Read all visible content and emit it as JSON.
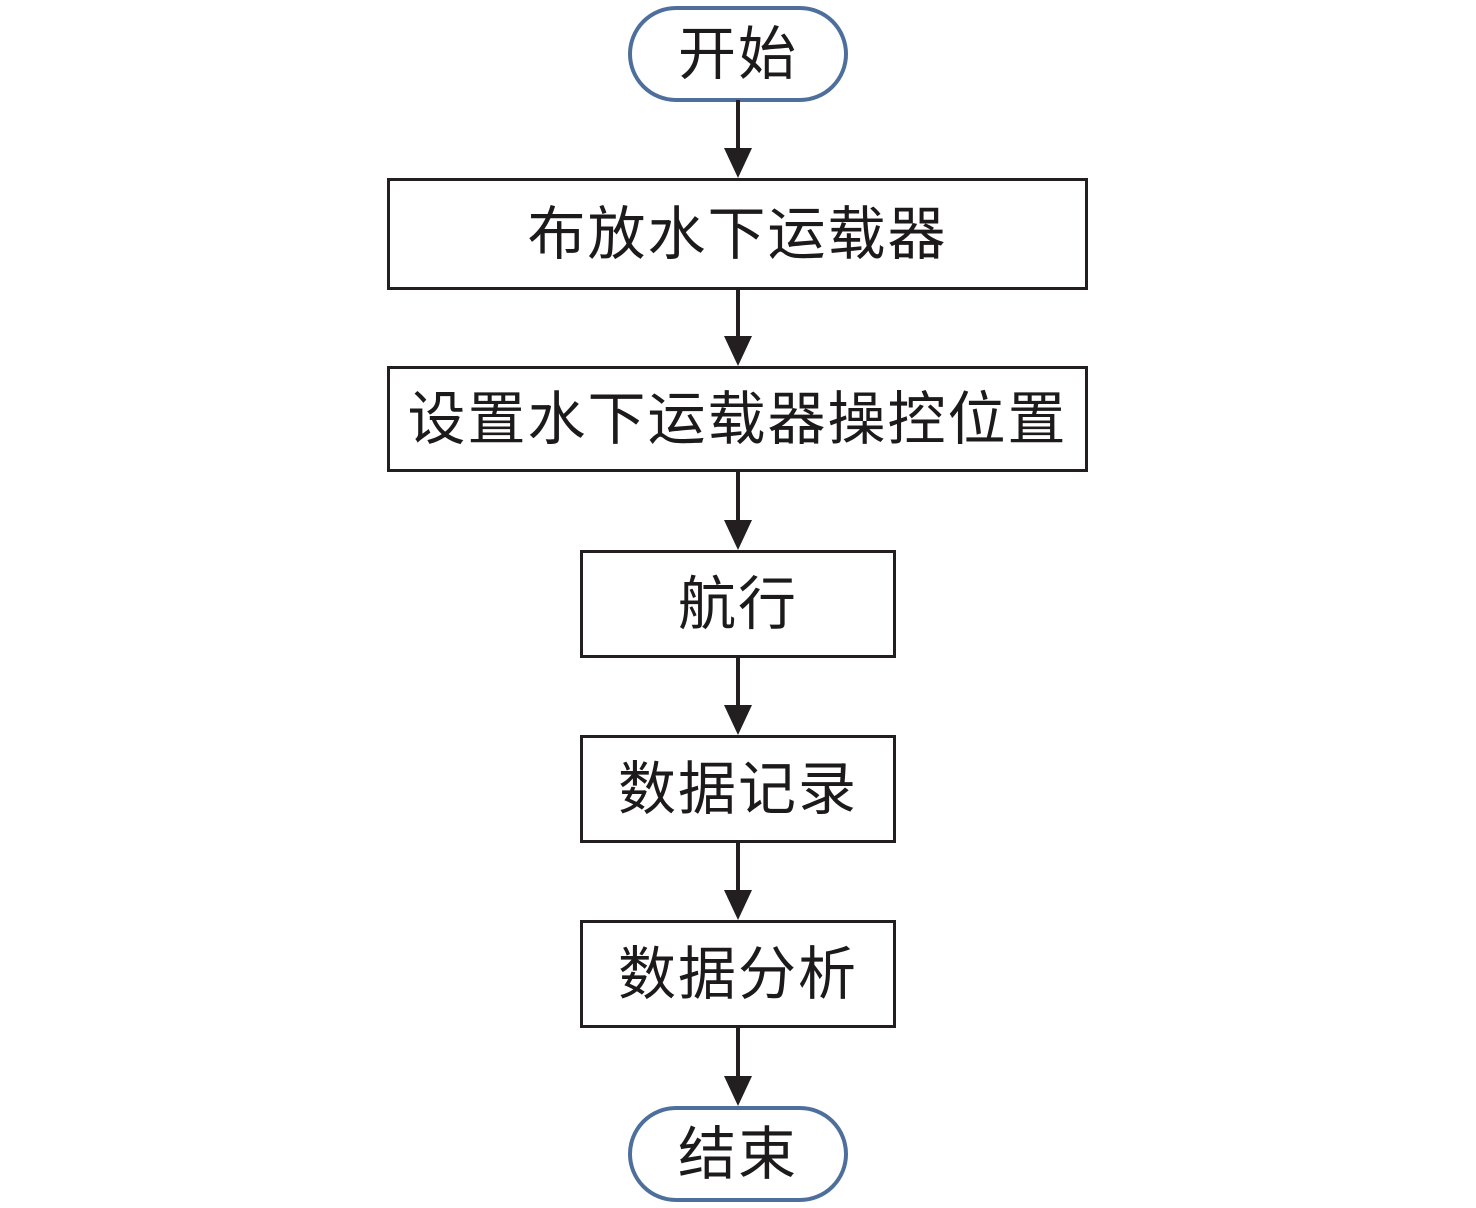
{
  "flowchart": {
    "type": "vertical-flowchart",
    "nodes": [
      {
        "id": "start",
        "type": "terminator",
        "label": "开始"
      },
      {
        "id": "deploy",
        "type": "process",
        "label": "布放水下运载器"
      },
      {
        "id": "set-position",
        "type": "process",
        "label": "设置水下运载器操控位置"
      },
      {
        "id": "navigate",
        "type": "process",
        "label": "航行"
      },
      {
        "id": "data-record",
        "type": "process",
        "label": "数据记录"
      },
      {
        "id": "data-analysis",
        "type": "process",
        "label": "数据分析"
      },
      {
        "id": "end",
        "type": "terminator",
        "label": "结束"
      }
    ],
    "edges": [
      {
        "from": "start",
        "to": "deploy",
        "label": ""
      },
      {
        "from": "deploy",
        "to": "set-position",
        "label": ""
      },
      {
        "from": "set-position",
        "to": "navigate",
        "label": ""
      },
      {
        "from": "navigate",
        "to": "data-record",
        "label": ""
      },
      {
        "from": "data-record",
        "to": "data-analysis",
        "label": ""
      },
      {
        "from": "data-analysis",
        "to": "end",
        "label": ""
      }
    ],
    "colors": {
      "terminator_border": "#4e6f9c",
      "process_border": "#231f20",
      "arrow": "#231f20",
      "text": "#1c1a1a",
      "background": "#ffffff"
    }
  }
}
